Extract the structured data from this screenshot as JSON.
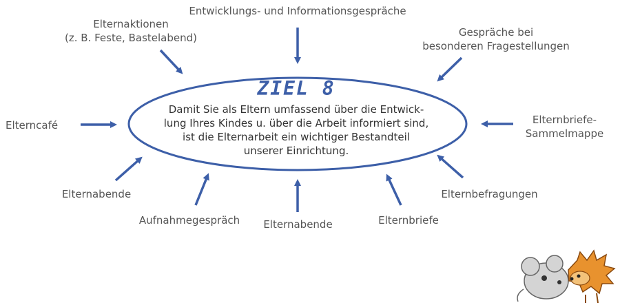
{
  "colors": {
    "accent": "#3d5fa8",
    "label_text": "#555555",
    "center_text": "#333333"
  },
  "goal": {
    "title": "ZIEL 8",
    "text_lines": [
      "Damit Sie als Eltern umfassend über die Entwick-",
      "lung Ihres Kindes u. über die Arbeit informiert sind,",
      "ist die Elternarbeit ein wichtiger Bestandteil",
      "unserer Einrichtung."
    ]
  },
  "items": {
    "entwicklungsgespraeche": "Entwicklungs- und Informationsgespräche",
    "elternaktionen_1": "Elternaktionen",
    "elternaktionen_2": "(z. B. Feste, Bastelabend)",
    "gespraeche_1": "Gespräche bei",
    "gespraeche_2": "besonderen Fragestellungen",
    "elterncafe": "Elterncafé",
    "sammelmappe_1": "Elternbriefe-",
    "sammelmappe_2": "Sammelmappe",
    "elternabende_left": "Elternabende",
    "befragungen": "Elternbefragungen",
    "aufnahme": "Aufnahmegespräch",
    "elternabende_bottom": "Elternabende",
    "elternbriefe": "Elternbriefe"
  },
  "mascots": [
    "mouse-icon",
    "hedgehog-icon"
  ]
}
